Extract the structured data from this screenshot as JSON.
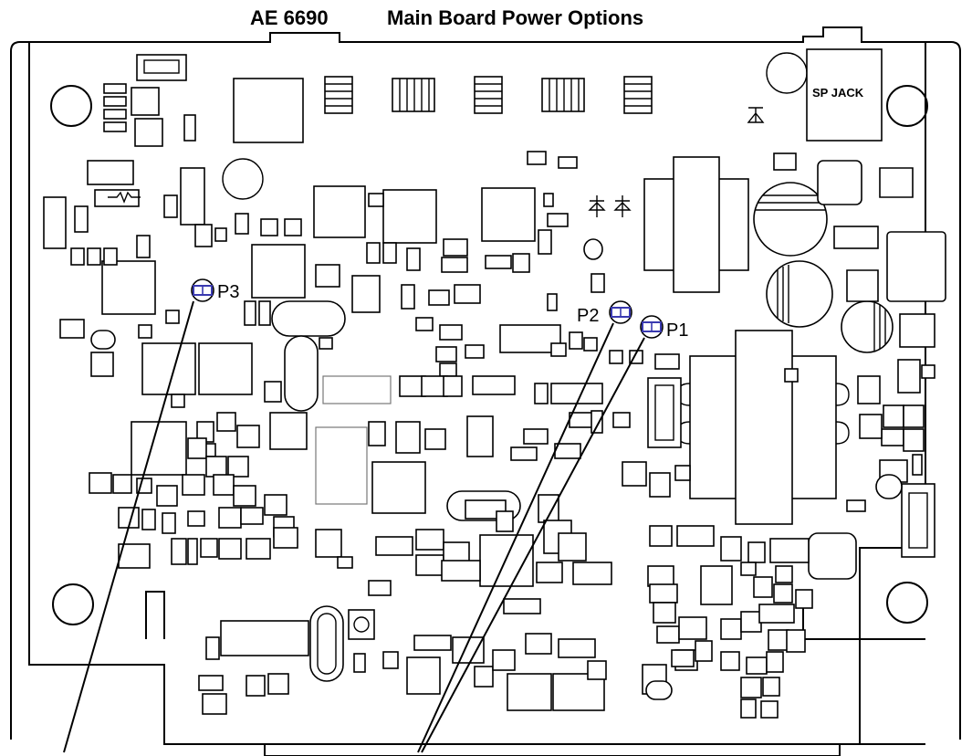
{
  "diagram": {
    "title_model": "AE 6690",
    "title_text": "Main Board Power Options",
    "connector_label": "SP JACK",
    "jumpers": [
      {
        "label": "P1"
      },
      {
        "label": "P2"
      },
      {
        "label": "P3"
      }
    ],
    "colors": {
      "jumper_pad": "#3a3ab0",
      "lines": "#000000",
      "background": "#ffffff"
    }
  }
}
